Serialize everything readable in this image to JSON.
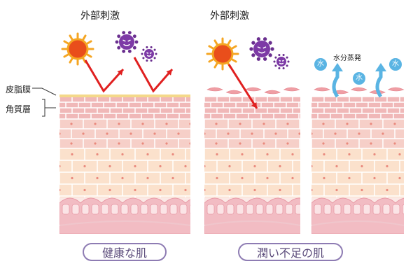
{
  "healthy_panel": {
    "header": "外部刺激",
    "caption": "健康な肌"
  },
  "dry_panel": {
    "header": "外部刺激",
    "caption": "潤い不足の肌",
    "evaporation_label": "水分蒸発"
  },
  "side_labels": {
    "sebum": "皮脂膜",
    "stratum_corneum": "角質層"
  },
  "water_icon_char": "水",
  "colors": {
    "sebum": "#f4d98a",
    "corneum": "#f0b8b8",
    "epidermis_pink": "#f6cfc8",
    "epidermis_peach": "#fbe1cc",
    "basal": "#f2bcc3",
    "mortar": "#ffffff",
    "arrow": "#e02020",
    "sun": "#f5a623",
    "virus": "#6a2f8f",
    "water": "#5ab4e3",
    "caption_border": "#8e7cb3"
  }
}
